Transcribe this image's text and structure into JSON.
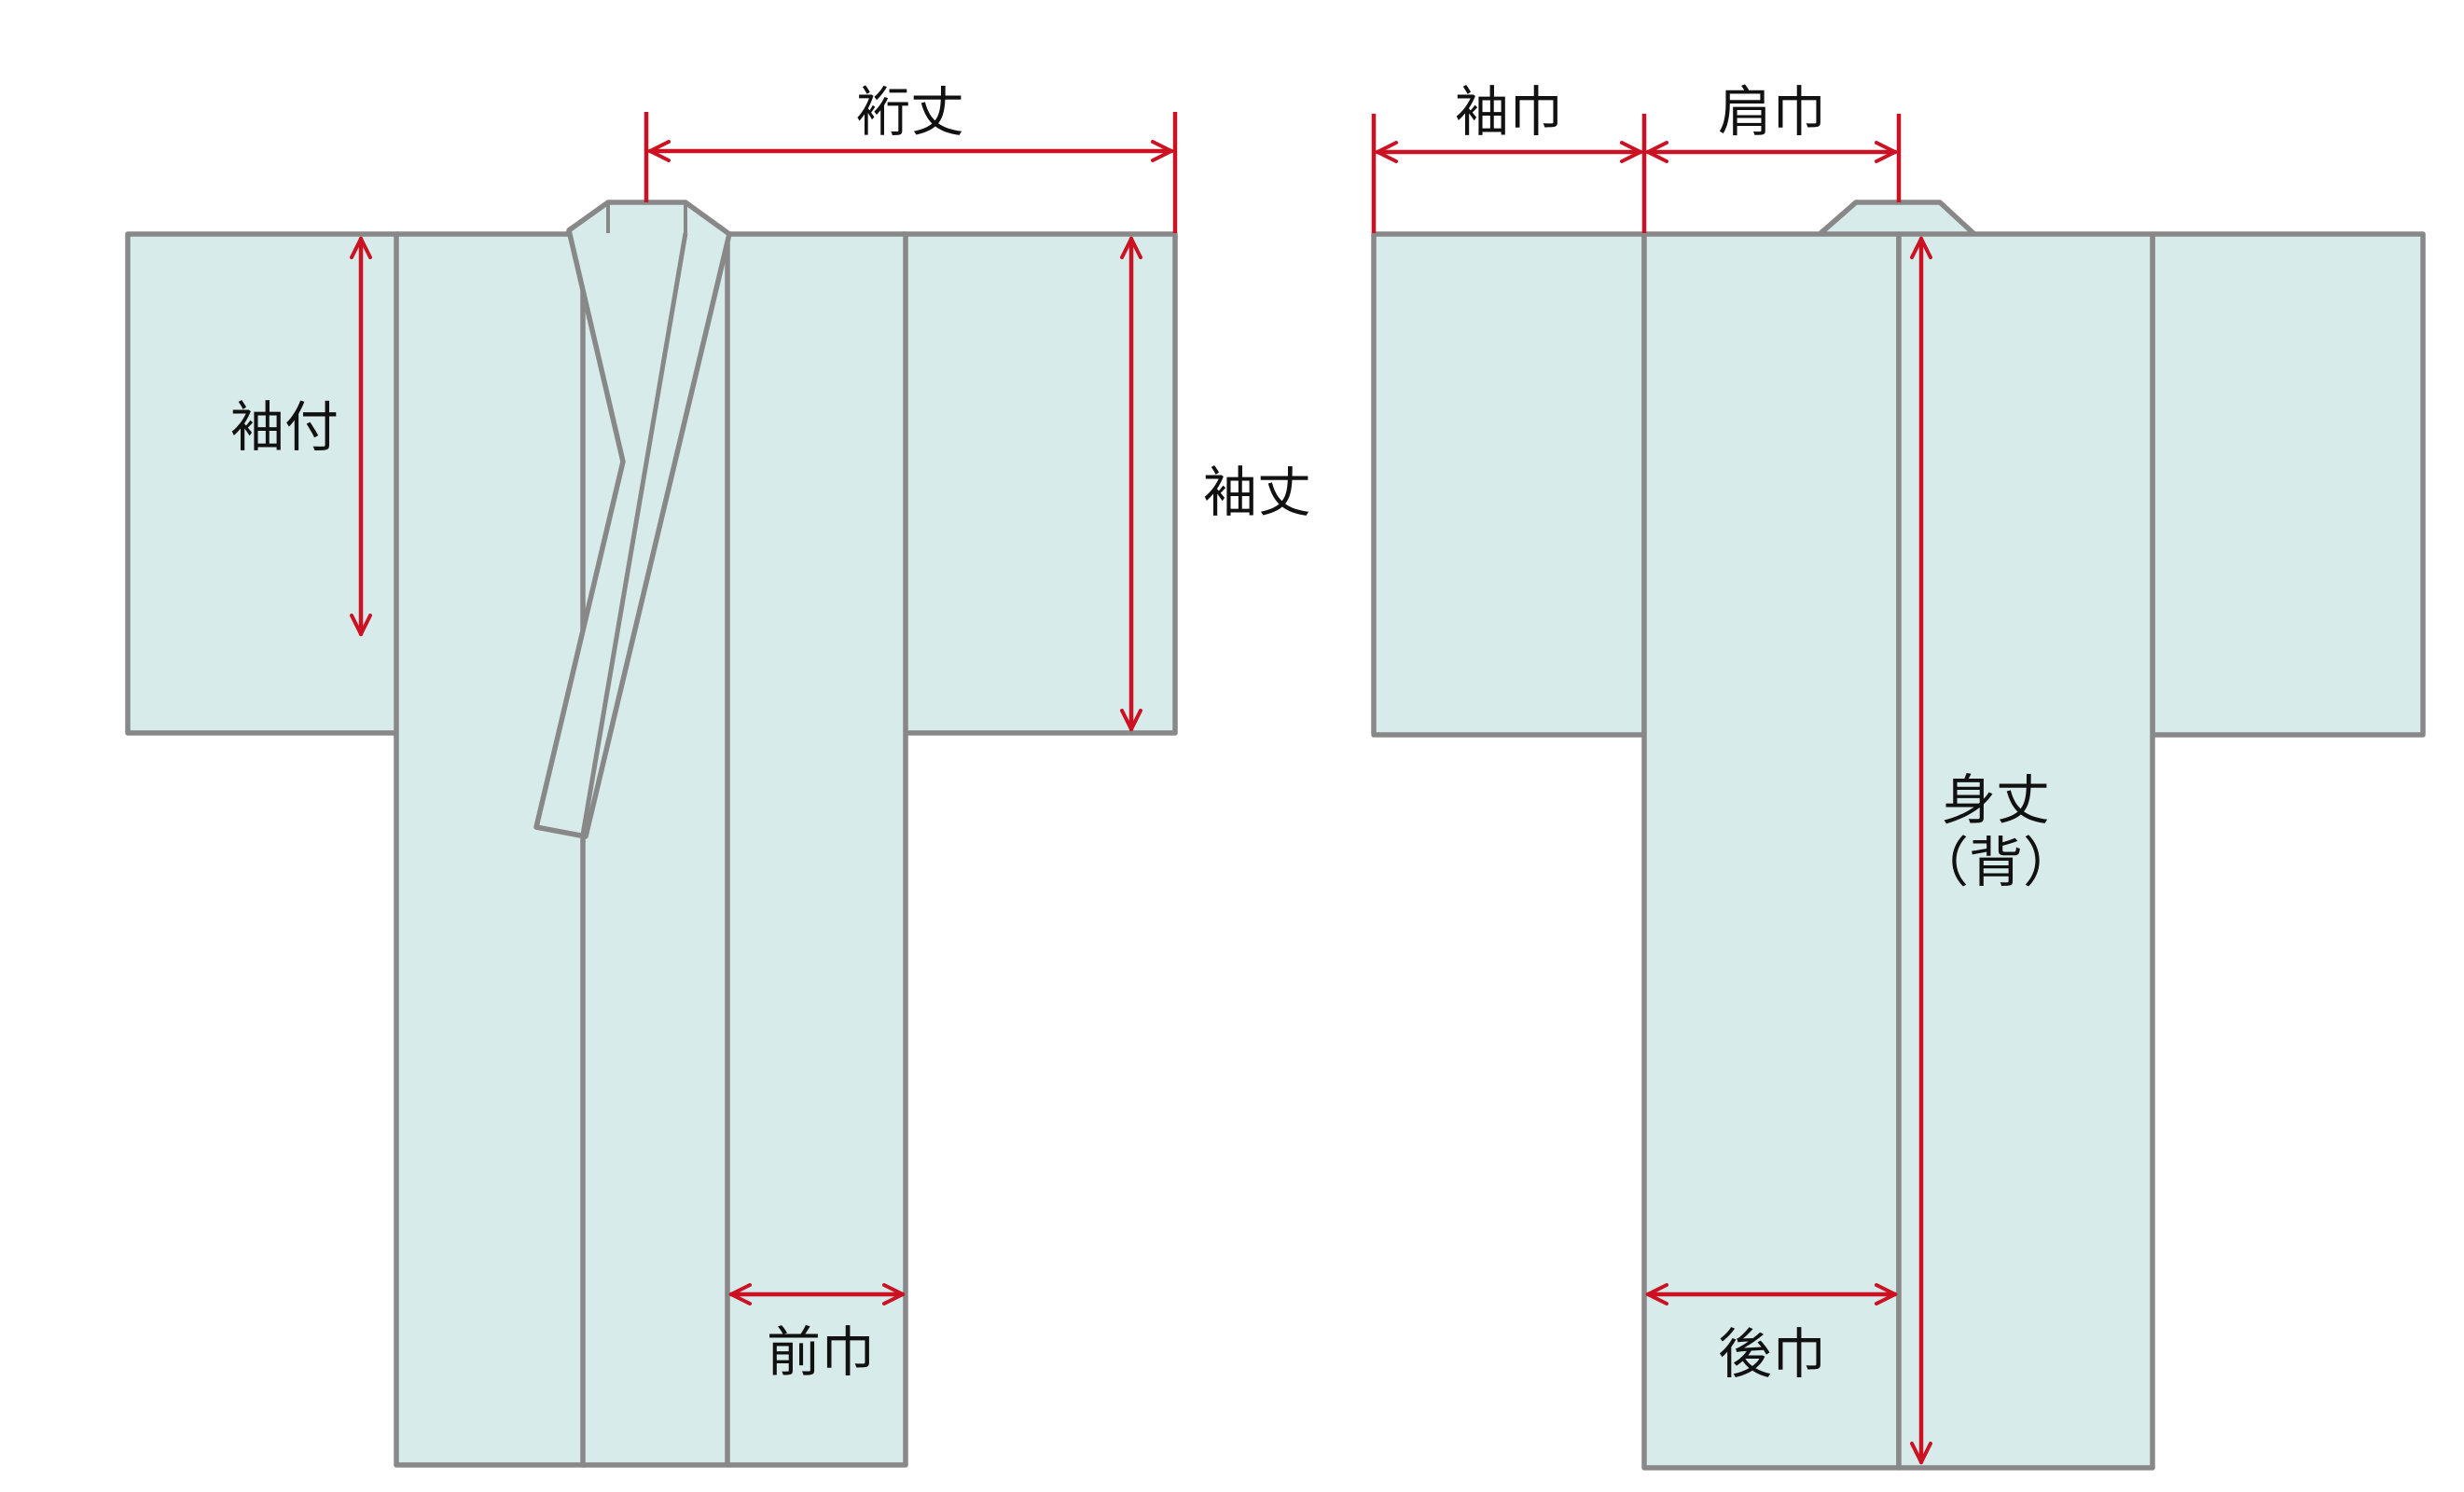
{
  "labels": {
    "yukitake": "裄丈",
    "sodetsuke": "袖付",
    "sodetake": "袖丈",
    "maehaba": "前巾",
    "sodehaba": "袖巾",
    "katahaba": "肩巾",
    "mitake": "身丈",
    "mitake_note": "（背）",
    "ushirohaba": "後巾"
  },
  "colors": {
    "fabric": "#d7ebea",
    "outline": "#888888",
    "dimension": "#cc1122",
    "collar_inner": "#b4b4b4"
  }
}
